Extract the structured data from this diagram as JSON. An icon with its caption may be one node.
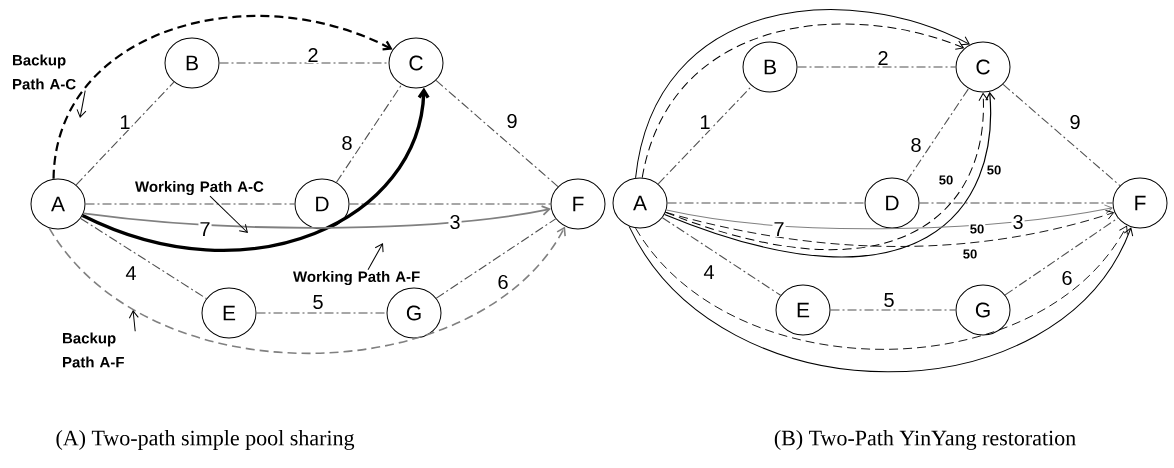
{
  "diagram": {
    "nodes": [
      {
        "text": [
          "A"
        ]
      },
      {
        "text": [
          "B"
        ]
      },
      {
        "text": [
          "C"
        ]
      },
      {
        "text": [
          "D"
        ]
      },
      {
        "text": [
          "E"
        ]
      },
      {
        "text": [
          "F"
        ]
      },
      {
        "text": [
          "G"
        ]
      },
      {
        "text": [
          "A"
        ]
      },
      {
        "text": [
          "B"
        ]
      },
      {
        "text": [
          "C"
        ]
      },
      {
        "text": [
          "D"
        ]
      },
      {
        "text": [
          "E"
        ]
      },
      {
        "text": [
          "F"
        ]
      },
      {
        "text": [
          "G"
        ]
      },
      {
        "text": [
          "Backup Path A-C"
        ]
      },
      {
        "text": [
          "Working Path A-C"
        ]
      },
      {
        "text": [
          "Working Path A-F"
        ]
      },
      {
        "text": [
          "Backup Path A-F"
        ]
      }
    ],
    "edges": [
      {
        "from": 0,
        "to": 1,
        "arrow": "none",
        "label": "1",
        "style": "dashed"
      },
      {
        "from": 1,
        "to": 2,
        "arrow": "none",
        "label": "2",
        "style": "dashed"
      },
      {
        "from": 0,
        "to": 3,
        "arrow": "none",
        "label": "7",
        "style": "dashed"
      },
      {
        "from": 3,
        "to": 5,
        "arrow": "none",
        "label": "3",
        "style": "dashed"
      },
      {
        "from": 3,
        "to": 2,
        "arrow": "none",
        "label": "8",
        "style": "dashed"
      },
      {
        "from": 2,
        "to": 5,
        "arrow": "none",
        "label": "9",
        "style": "dashed"
      },
      {
        "from": 0,
        "to": 4,
        "arrow": "none",
        "label": "4",
        "style": "dashed"
      },
      {
        "from": 4,
        "to": 6,
        "arrow": "none",
        "label": "5",
        "style": "dashed"
      },
      {
        "from": 6,
        "to": 5,
        "arrow": "none",
        "label": "6",
        "style": "dashed"
      },
      {
        "from": 7,
        "to": 8,
        "arrow": "none",
        "label": "1",
        "style": "dashed"
      },
      {
        "from": 8,
        "to": 9,
        "arrow": "none",
        "label": "2",
        "style": "dashed"
      },
      {
        "from": 7,
        "to": 10,
        "arrow": "none",
        "label": "7",
        "style": "dashed"
      },
      {
        "from": 10,
        "to": 12,
        "arrow": "none",
        "label": "3",
        "style": "dashed"
      },
      {
        "from": 10,
        "to": 9,
        "arrow": "none",
        "label": "8",
        "style": "dashed"
      },
      {
        "from": 9,
        "to": 12,
        "arrow": "none",
        "label": "9",
        "style": "dashed"
      },
      {
        "from": 7,
        "to": 11,
        "arrow": "none",
        "label": "4",
        "style": "dashed"
      },
      {
        "from": 11,
        "to": 13,
        "arrow": "none",
        "label": "5",
        "style": "dashed"
      },
      {
        "from": 13,
        "to": 12,
        "arrow": "none",
        "label": "6",
        "style": "dashed"
      },
      {
        "from": 0,
        "to": 2,
        "arrow": "to",
        "style": "dashed"
      },
      {
        "from": 0,
        "to": 2,
        "arrow": "to",
        "style": "thick"
      },
      {
        "from": 0,
        "to": 5,
        "arrow": "to",
        "color": "#808080"
      },
      {
        "from": 0,
        "to": 5,
        "arrow": "to",
        "style": "dashed",
        "color": "#808080"
      },
      {
        "from": 7,
        "to": 9,
        "arrow": "to"
      },
      {
        "from": 7,
        "to": 9,
        "arrow": "to",
        "style": "dashed"
      },
      {
        "from": 7,
        "to": 9,
        "arrow": "to",
        "label": "50"
      },
      {
        "from": 7,
        "to": 9,
        "arrow": "to",
        "style": "dashed",
        "label": "50"
      },
      {
        "from": 7,
        "to": 12,
        "arrow": "to",
        "color": "#808080",
        "label": "50"
      },
      {
        "from": 7,
        "to": 12,
        "arrow": "to",
        "style": "dashed",
        "label": "50"
      },
      {
        "from": 7,
        "to": 12,
        "arrow": "to"
      },
      {
        "from": 7,
        "to": 12,
        "arrow": "to",
        "style": "dashed"
      },
      {
        "from": 14,
        "to": null,
        "arrow": "to"
      },
      {
        "from": 15,
        "to": null,
        "arrow": "to"
      },
      {
        "from": 16,
        "to": null,
        "arrow": "to"
      },
      {
        "from": 17,
        "to": null,
        "arrow": "to"
      }
    ],
    "labels": [
      "(A) Two-path simple pool sharing",
      "(B) Two-Path YinYang restoration"
    ]
  }
}
